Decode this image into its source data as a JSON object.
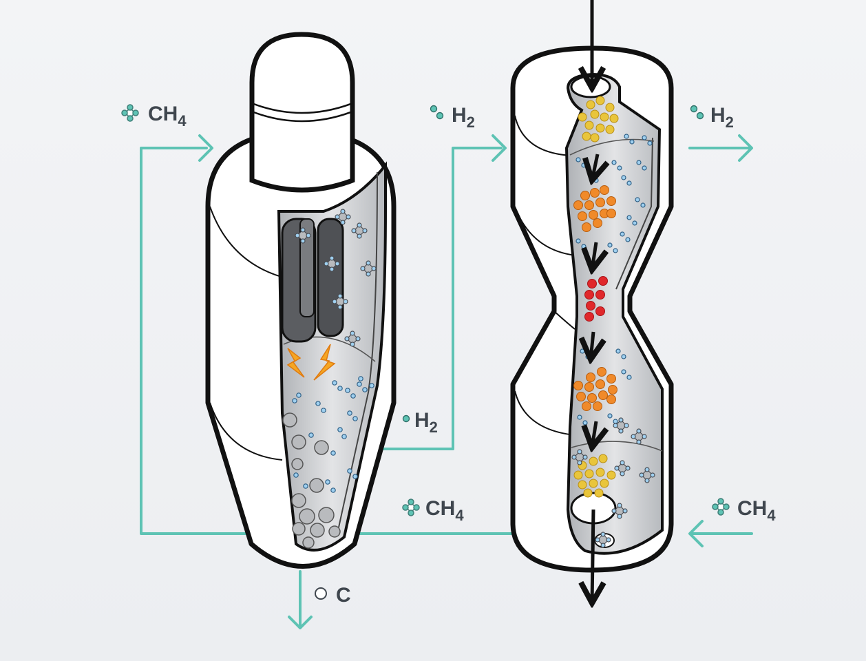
{
  "labels": {
    "ch4_left_main": "CH",
    "ch4_left_sub": "4",
    "h2_middle_main": "H",
    "h2_middle_sub": "2",
    "h2_right_main": "H",
    "h2_right_sub": "2",
    "h2_lower_main": "H",
    "h2_lower_sub": "2",
    "ch4_bottom_main": "CH",
    "ch4_bottom_sub": "4",
    "ch4_right_main": "CH",
    "ch4_right_sub": "4",
    "carbon": "C"
  },
  "colors": {
    "flow_line": "#5ec3b4",
    "outline": "#111111",
    "interior": "#c9cbce",
    "electrode": "#5b5d61",
    "spark": "#f5a623",
    "molecule": "#9fd0f0",
    "particle_yellow": "#e9c53b",
    "particle_orange": "#f08a2a",
    "particle_red": "#e0282b",
    "carbon_particle": "#b9bbbe",
    "label": "#3f464e"
  },
  "icons": {
    "methane": "methane-molecule-icon",
    "hydrogen": "hydrogen-molecule-icon",
    "carbon": "carbon-circle-icon",
    "spark": "lightning-icon"
  }
}
